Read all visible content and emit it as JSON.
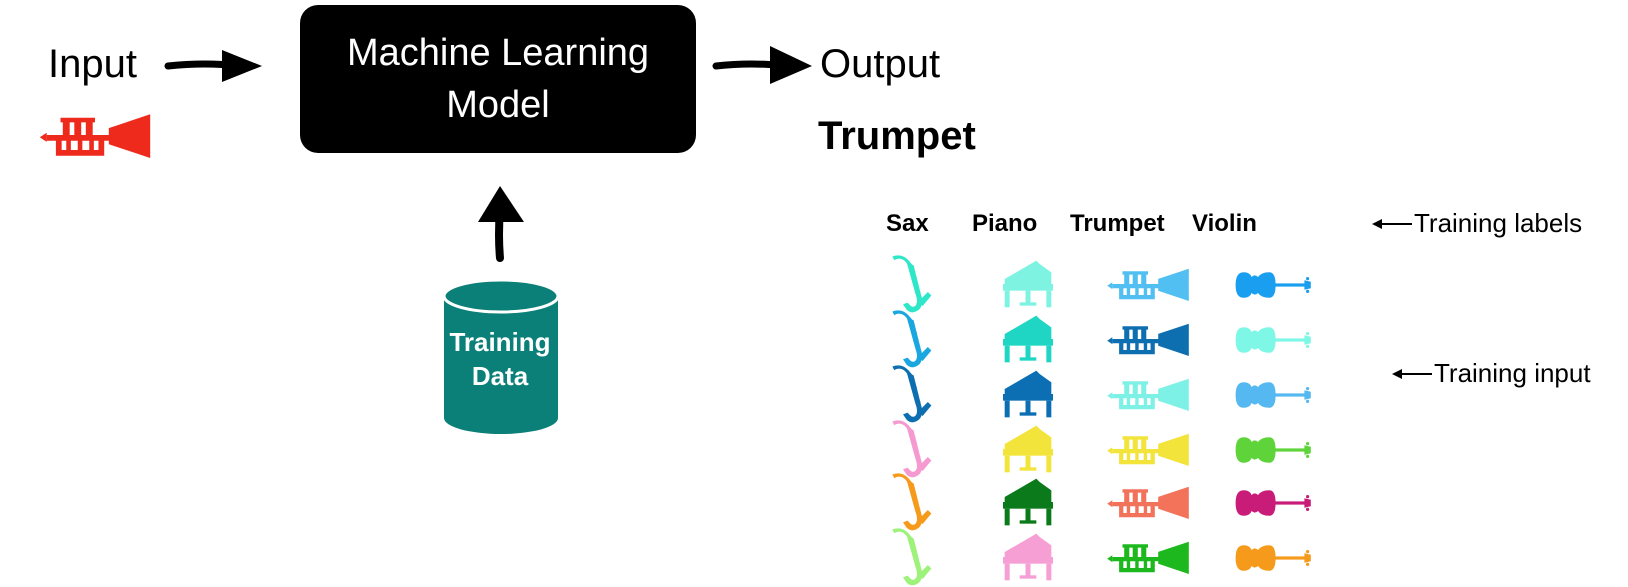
{
  "diagram": {
    "input_label": "Input",
    "model_line1": "Machine Learning",
    "model_line2": "Model",
    "output_label": "Output",
    "prediction": "Trumpet",
    "database_line1": "Training",
    "database_line2": "Data",
    "training_labels_note": "Training labels",
    "training_input_note": "Training input",
    "columns": [
      "Sax",
      "Piano",
      "Trumpet",
      "Violin"
    ],
    "input_icon": "trumpet-icon",
    "input_icon_color": "#ee2a1c",
    "database_color": "#0b8078"
  },
  "grid": {
    "sax": [
      "#2ee6c8",
      "#1aa7e0",
      "#0e6fb0",
      "#f59ad0",
      "#f59a1b",
      "#9df27a"
    ],
    "piano": [
      "#7ff3e2",
      "#1fd6c4",
      "#0d6fb3",
      "#f2e43a",
      "#0b7a1a",
      "#f59fd4"
    ],
    "trumpet": [
      "#52bff2",
      "#0e6fb0",
      "#7ef1e6",
      "#f2e43a",
      "#f2725a",
      "#1db81d"
    ],
    "violin": [
      "#1a9ff0",
      "#7ff7e7",
      "#55b8f0",
      "#5ed43a",
      "#c81c78",
      "#f59a1b"
    ]
  }
}
